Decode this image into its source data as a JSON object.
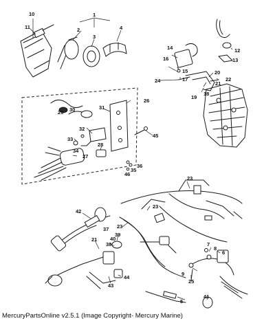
{
  "footer": {
    "text": "MercuryPartsOnline v2.5.1 (Image Copyright- Mercury Marine)"
  },
  "callouts": [
    "10",
    "11",
    "1",
    "2",
    "3",
    "4",
    "12",
    "13",
    "14",
    "16",
    "15",
    "17",
    "20",
    "22",
    "24",
    "18",
    "19",
    "21",
    "26",
    "31",
    "29",
    "30",
    "32",
    "33",
    "34",
    "27",
    "28",
    "45",
    "46",
    "35",
    "36",
    "23",
    "42",
    "37",
    "40",
    "38",
    "39",
    "7",
    "8",
    "6",
    "9",
    "25",
    "43",
    "44",
    "5",
    "41"
  ]
}
